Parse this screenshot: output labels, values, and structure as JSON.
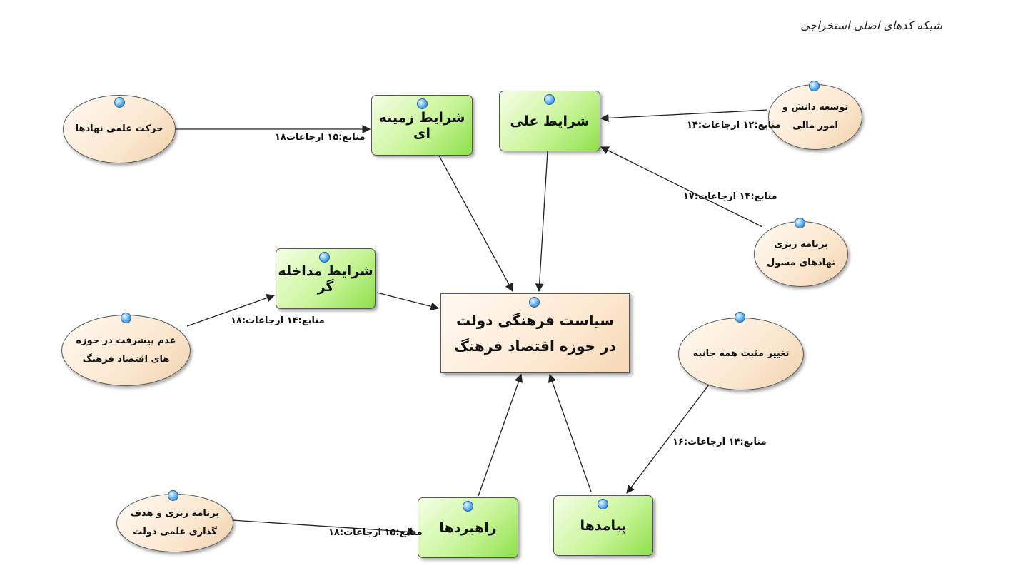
{
  "title": "شبکه کدهای اصلی استخراجی",
  "nodes": {
    "core": "سیاست فرهنگی دولت در حوزه اقتصاد فرهنگ",
    "contextual": "شرایط زمینه ای",
    "causal": "شرایط علی",
    "intervening": "شرایط مداخله گر",
    "strategies": "راهبردها",
    "outcomes": "پیامدها",
    "scientific_movement": "حرکت علمی نهادها",
    "knowledge_finance": "توسعه دانش و امور مالی",
    "institutional_planning": "برنامه ریزی نهادهای مسول",
    "lack_progress": "عدم پیشرفت در حوزه های اقتصاد فرهنگ",
    "positive_change": "تغییر مثبت همه جانبه",
    "gov_planning": "برنامه ریزی و هدف گذاری علمی دولت"
  },
  "edge_labels": {
    "scientific_movement": "منابع:۱۵ ارجاعات۱۸",
    "knowledge_finance": "منابع:۱۲ ارجاعات:۱۴",
    "institutional_planning": "منابع:۱۴ ارجاعات:۱۷",
    "lack_progress": "منابع:۱۴ ارجاعات:۱۸",
    "positive_change": "منابع:۱۴ ارجاعات:۱۶",
    "gov_planning": "منابع:۱۵ ارجاعات:۱۸"
  },
  "colors": {
    "category_box": "#b6ee7e",
    "concept_oval": "#fbe7cf",
    "core_box": "#fde9d2",
    "indicator_dot": "#3b8fe0",
    "arrow": "#222222"
  }
}
